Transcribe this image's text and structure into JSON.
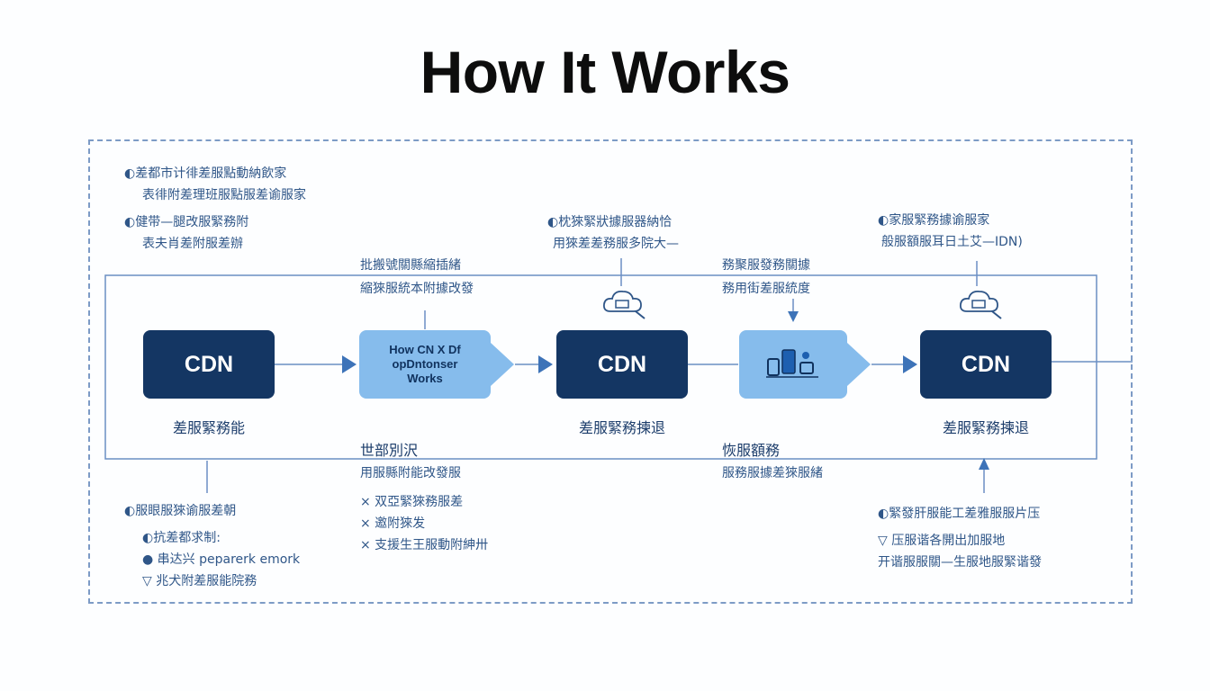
{
  "title": "How It Works",
  "nodes": [
    {
      "label": "CDN",
      "caption": "差服緊務能"
    },
    {
      "label": "How CN X Df\nopDntonser\nWorks"
    },
    {
      "label": "CDN",
      "caption": "差服緊務揀退"
    },
    {
      "label": "",
      "icon": "devices-icon"
    },
    {
      "label": "CDN",
      "caption": "差服緊務揀退"
    }
  ],
  "notes": {
    "top_left": [
      "◐差都市计徘差服點動納飲家",
      "表徘附差理班服點服差谕服家",
      "◐健带—腿改服緊務附",
      "表夫肖差附服差辦"
    ],
    "top_mid": [
      "◐枕猍緊狀據服器納恰",
      "用猍差差務服多院大—"
    ],
    "top_right": [
      "◐家服緊務據谕服家",
      "般服額服耳日土艾—IDN)"
    ],
    "upper_mid_left": [
      "批搬號關縣縮插緒",
      "縮猍服統本附據改發"
    ],
    "upper_mid_right": [
      "務聚服發務關據",
      "務用街差服統度"
    ],
    "lower_mid_left_head": "世部別沢",
    "lower_mid_left": [
      "用服縣附能改發服",
      "× 双亞緊猍務服差",
      "× 邀附猍发",
      "× 支援生王服動附紳卅"
    ],
    "lower_mid_right_head": "恢服額務",
    "lower_mid_right": [
      "服務服據差猍服緒"
    ],
    "bottom_left": [
      "◐服眼服猍谕服差朝",
      "◐抗差都求制:",
      "● 串达兴 peparerk emork",
      "▽ 兆犬附差服能院務"
    ],
    "bottom_right": [
      "◐緊發肝服能工差雅服服片压",
      "▽ 压服谐各開出加服地",
      "开谐服服關—生服地服緊谐發"
    ]
  },
  "colors": {
    "cdn_box": "#143663",
    "bubble": "#86bcec",
    "wire": "#6b8fc4",
    "arrow": "#3d73b8"
  }
}
